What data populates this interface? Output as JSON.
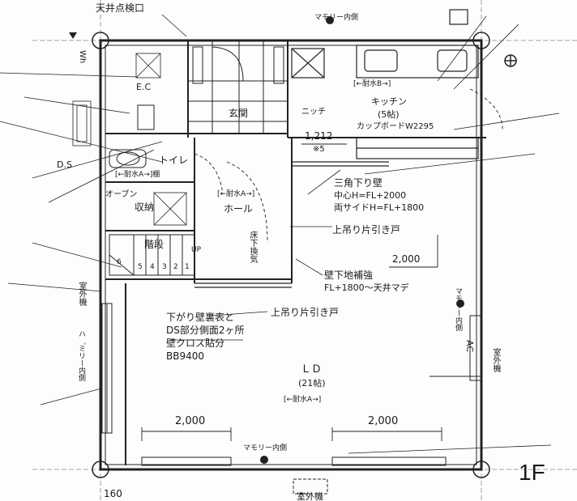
{
  "floor_label": "1F",
  "labels": {
    "ceiling_hatch": "天井点検口",
    "memory_inner_top": "マモリー内側",
    "wh": "Wh",
    "ec": "E.C",
    "entrance": "玄関",
    "niche": "ニッチ",
    "water_b": "[←耐水B→]",
    "kitchen": "キッチン",
    "kitchen_size": "(5帖)",
    "cupboard": "カップボードW2295",
    "dim_1212": "1,212",
    "x5": "※5",
    "ds": "D.S",
    "toilet": "トイレ",
    "water_a_toilet": "[←耐水A→]棚",
    "oven": "オーブン",
    "storage": "収納",
    "water_a_hall": "[←耐水A→]",
    "hall": "ホール",
    "triangle_wall": "三角下り壁",
    "triangle_center": "中心H=FL+2000",
    "triangle_sides": "両サイドH=FL+1800",
    "upper_slide_door_1": "上吊り片引き戸",
    "floor_vent": "床下換気",
    "stairs": "階段",
    "up": "UP",
    "step_6": "6",
    "step_5": "5",
    "step_4": "4",
    "step_3": "3",
    "step_2": "2",
    "step_1": "1",
    "dim_2000_right": "2,000",
    "wall_reinforce": "壁下地補強",
    "wall_reinforce_h": "FL+1800～天井マデ",
    "outdoor_unit_left": "室外機",
    "upper_slide_door_2": "上吊り片引き戸",
    "memory_inner_left": "ハ゜ミリー内側",
    "hanging_wall_1": "下がり壁裏表と",
    "hanging_wall_2": "DS部分側面2ヶ所",
    "hanging_wall_3": "壁クロス貼分",
    "hanging_wall_4": "BB9400",
    "ld": "ＬＤ",
    "ld_size": "(21帖)",
    "water_a_ld": "[←耐水A→]",
    "memory_inner_right": "マモリー内側",
    "ac": "AC",
    "outdoor_unit_right": "室外機",
    "dim_2000_left": "2,000",
    "dim_2000_mid": "2,000",
    "memory_inner_bottom": "マモリー内側",
    "dim_160": "160",
    "outdoor_unit_bottom": "室外機"
  }
}
